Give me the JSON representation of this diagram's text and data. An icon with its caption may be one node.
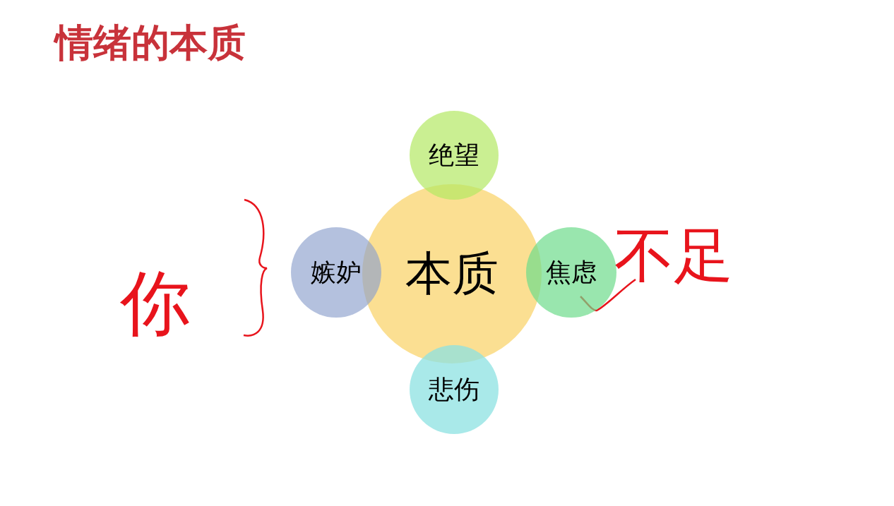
{
  "diagram": {
    "title": "情绪的本质",
    "nodes": [
      {
        "text": [
          "绝望"
        ]
      },
      {
        "text": [
          "嫉妒"
        ]
      },
      {
        "text": [
          "本质"
        ]
      },
      {
        "text": [
          "焦虑"
        ]
      },
      {
        "text": [
          "悲伤"
        ]
      }
    ],
    "labels": [
      "你",
      "不足"
    ]
  }
}
